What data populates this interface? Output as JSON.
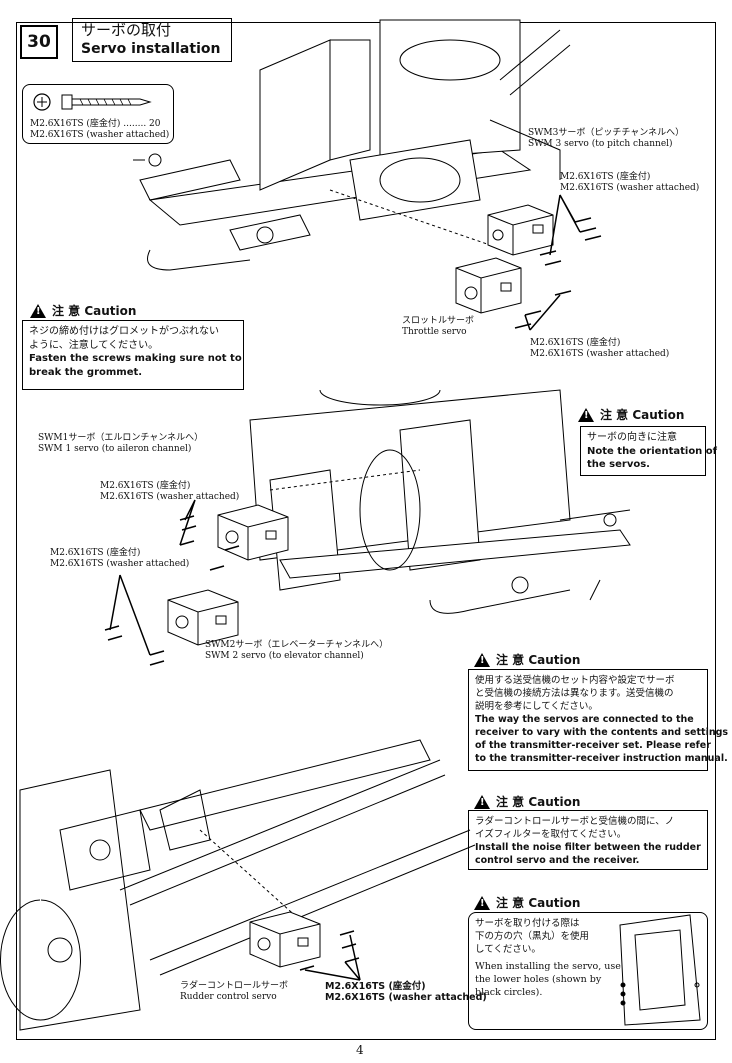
{
  "step": {
    "number": "30",
    "title_jp": "サーボの取付",
    "title_en": "Servo installation"
  },
  "screw_legend": {
    "line1": "M2.6X16TS (座金付) ........ 20",
    "line2": "M2.6X16TS (washer attached)"
  },
  "labels": {
    "swm3_jp": "SWM3サーボ（ピッチチャンネルへ）",
    "swm3_en": "SWM 3 servo (to pitch channel)",
    "screw_a_jp": "M2.6X16TS (座金付)",
    "screw_a_en": "M2.6X16TS (washer attached)",
    "throttle_jp": "スロットルサーボ",
    "throttle_en": "Throttle servo",
    "screw_b_jp": "M2.6X16TS (座金付)",
    "screw_b_en": "M2.6X16TS (washer attached)",
    "swm1_jp": "SWM1サーボ（エルロンチャンネルへ）",
    "swm1_en": "SWM 1 servo (to aileron channel)",
    "screw_c_jp": "M2.6X16TS (座金付)",
    "screw_c_en": "M2.6X16TS (washer attached)",
    "screw_d_jp": "M2.6X16TS (座金付)",
    "screw_d_en": "M2.6X16TS (washer attached)",
    "swm2_jp": "SWM2サーボ（エレベーターチャンネルへ）",
    "swm2_en": "SWM 2 servo (to elevator channel)",
    "rudder_jp": "ラダーコントロールサーボ",
    "rudder_en": "Rudder control servo",
    "screw_e_jp": "M2.6X16TS (座金付)",
    "screw_e_en": "M2.6X16TS (washer attached)"
  },
  "cautions": [
    {
      "head": "注 意  Caution",
      "jp": "ネジの締め付けはグロメットがつぶれない\nように、注意してください。",
      "en": "Fasten the screws making sure not to\nbreak the grommet."
    },
    {
      "head": "注 意  Caution",
      "jp": "サーボの向きに注意",
      "en": "Note the orientation of\nthe servos."
    },
    {
      "head": "注 意  Caution",
      "jp": "使用する送受信機のセット内容や設定でサーボ\nと受信機の接続方法は異なります。送受信機の\n説明を参考にしてください。",
      "en": "The way the servos are connected to the\nreceiver to vary with the contents and settings\nof the transmitter-receiver set. Please refer\nto the transmitter-receiver instruction manual."
    },
    {
      "head": "注 意  Caution",
      "jp": "ラダーコントロールサーボと受信機の間に、ノ\nイズフィルターを取付てください。",
      "en": "Install the noise filter between the rudder\ncontrol servo and the receiver."
    },
    {
      "head": "注 意  Caution",
      "jp": "サーボを取り付ける際は\n下の方の穴（黒丸）を使用\nしてください。",
      "en": "When installing the servo, use\nthe lower holes (shown by\nblack circles)."
    }
  ],
  "page_number": "4"
}
